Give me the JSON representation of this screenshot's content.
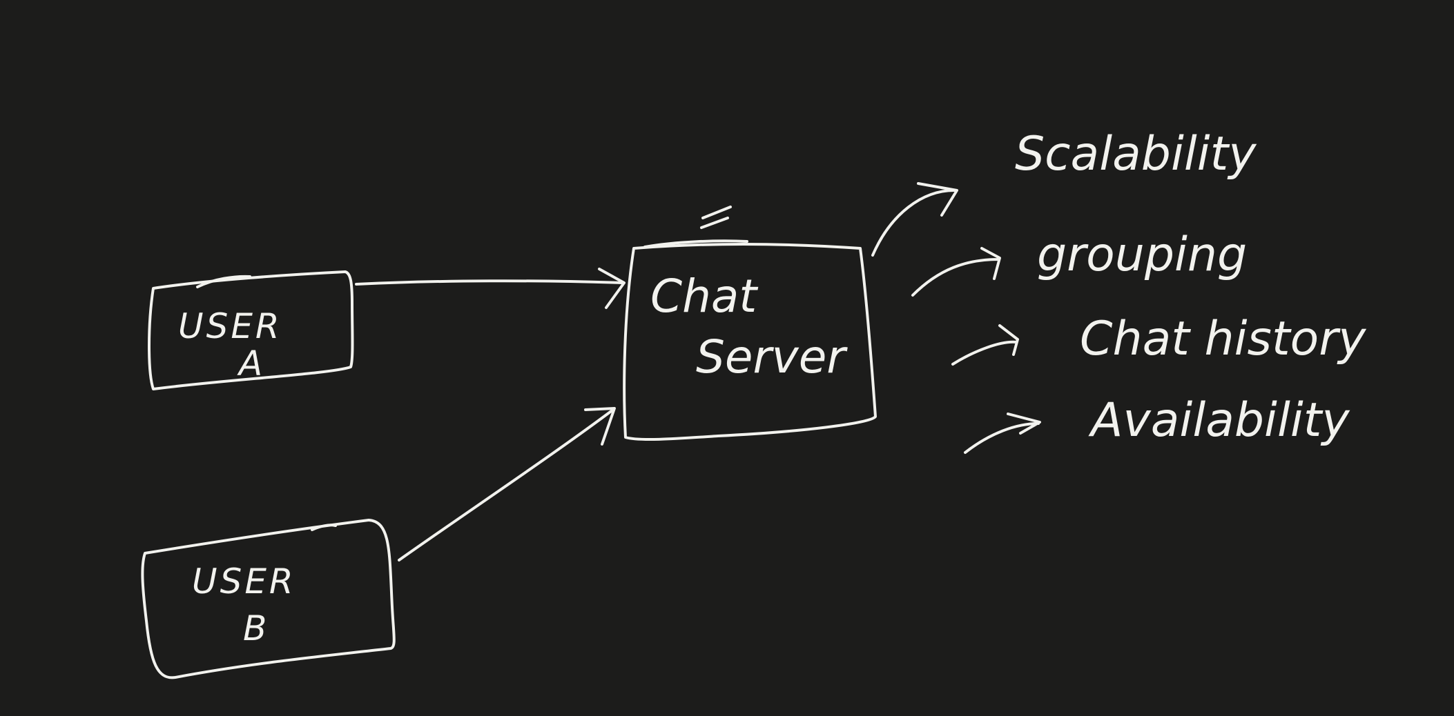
{
  "diagram": {
    "nodes": {
      "user_a": {
        "line1": "USER",
        "line2": "A"
      },
      "user_b": {
        "line1": "USER",
        "line2": "B"
      },
      "chat_server": {
        "line1": "Chat",
        "line2": "Server"
      }
    },
    "edges": [
      {
        "from": "user_a",
        "to": "chat_server"
      },
      {
        "from": "user_b",
        "to": "chat_server"
      }
    ],
    "requirements": [
      "Scalability",
      "grouping",
      "Chat history",
      "Availability"
    ],
    "colors": {
      "background": "#1c1c1b",
      "chalk": "#f2f2ee"
    }
  }
}
